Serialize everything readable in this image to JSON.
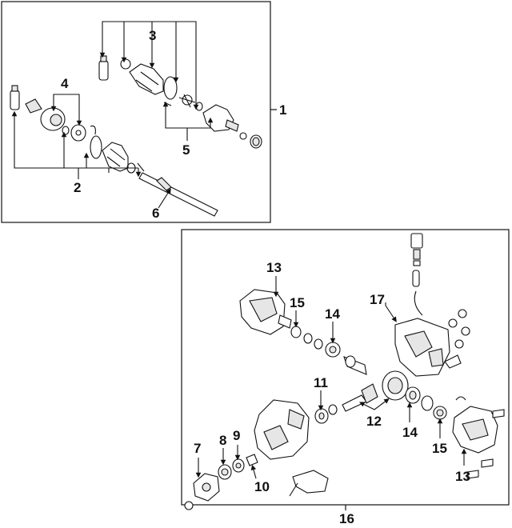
{
  "diagram": {
    "group_labels": {
      "drive_shaft_assembly": "1",
      "rear_differential_assembly": "16"
    },
    "callouts": {
      "outer_joint_kit": "2",
      "inner_joint_kit": "3",
      "outer_boot_kit": "4",
      "inner_boot_kit": "5",
      "shaft": "6",
      "companion_flange": "7",
      "seal_left": "8",
      "bearing_left": "9",
      "nut": "10",
      "pinion_bearing": "11",
      "ring_pinion_gear": "12",
      "cover_top": "13",
      "seal_top": "15",
      "bearing_top": "14",
      "housing": "17",
      "bearing_right": "14",
      "seal_right": "15",
      "cover_right": "13"
    }
  },
  "colors": {
    "line": "#111111",
    "part_fill": "#ffffff",
    "part_shade": "#e6e6e6",
    "background": "#ffffff"
  }
}
